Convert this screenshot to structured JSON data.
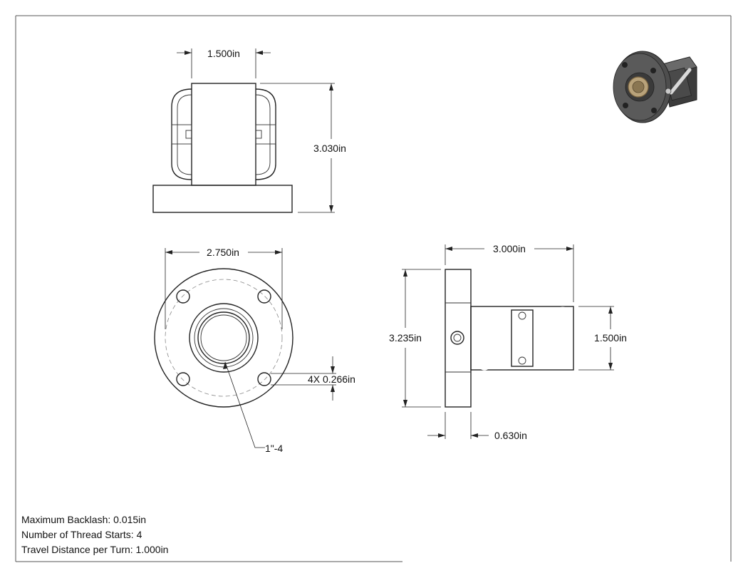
{
  "dimensions": {
    "top_width": "1.500in",
    "top_height": "3.030in",
    "flange_diameter": "2.750in",
    "holes": "4X 0.266in",
    "thread": "1\"-4",
    "side_length": "3.000in",
    "side_height": "3.235in",
    "side_body_height": "1.500in",
    "flange_thickness": "0.630in"
  },
  "notes": {
    "backlash": "Maximum Backlash: 0.015in",
    "thread_starts": "Number of Thread Starts: 4",
    "travel": "Travel Distance per Turn: 1.000in"
  },
  "colors": {
    "line": "#222222",
    "iso_body": "#555555",
    "iso_thread": "#b8a27a"
  }
}
